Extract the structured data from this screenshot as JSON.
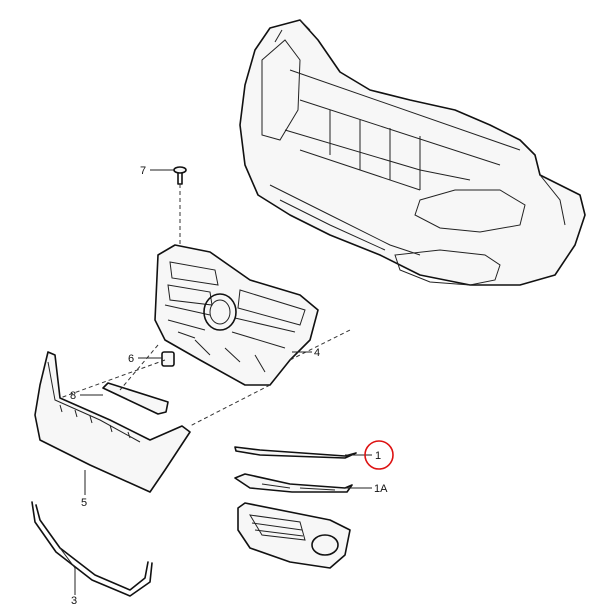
{
  "diagram": {
    "callouts": [
      {
        "id": "c1",
        "label": "1",
        "highlighted": true
      },
      {
        "id": "c1a",
        "label": "1A",
        "highlighted": false
      },
      {
        "id": "c3",
        "label": "3",
        "highlighted": false
      },
      {
        "id": "c4",
        "label": "4",
        "highlighted": false
      },
      {
        "id": "c5",
        "label": "5",
        "highlighted": false
      },
      {
        "id": "c6",
        "label": "6",
        "highlighted": false
      },
      {
        "id": "c7",
        "label": "7",
        "highlighted": false
      },
      {
        "id": "c8",
        "label": "8",
        "highlighted": false
      }
    ],
    "colors": {
      "line": "#111111",
      "highlight": "#dd1111",
      "background": "#ffffff"
    }
  }
}
